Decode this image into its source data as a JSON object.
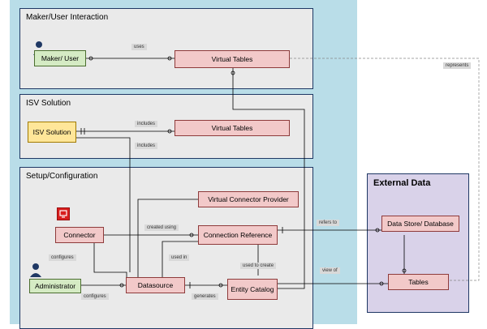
{
  "sections": {
    "maker": {
      "title": "Maker/User Interaction"
    },
    "isv": {
      "title": "ISV Solution"
    },
    "setup": {
      "title": "Setup/Configuration"
    },
    "external": {
      "title": "External Data"
    }
  },
  "entities": {
    "maker_user": "Maker/ User",
    "virtual_tables_top": "Virtual Tables",
    "isv_solution": "ISV Solution",
    "virtual_tables_isv": "Virtual Tables",
    "virtual_connector_provider": "Virtual Connector Provider",
    "connector": "Connector",
    "connection_reference": "Connection Reference",
    "administrator": "Administrator",
    "datasource": "Datasource",
    "entity_catalog": "Entity Catalog",
    "data_store": "Data Store/ Database",
    "tables": "Tables"
  },
  "relations": {
    "uses": "uses",
    "includes_1": "includes",
    "includes_2": "includes",
    "represents": "represents",
    "created_using": "created using",
    "configures_1": "configures",
    "configures_2": "configures",
    "used_in": "used in",
    "used_to_create": "used to create",
    "generates": "generates",
    "refers_to": "refers to",
    "view_of": "view of"
  },
  "icons": {
    "person": "person-icon",
    "connector": "connector-icon"
  },
  "colors": {
    "outer_background": "#b9dde8",
    "section_background": "#eaeaea",
    "entity_fill": "#f2c9c9",
    "actor_fill": "#d5ebc4",
    "isv_fill": "#ffe699",
    "external_fill": "#d9d2e9"
  }
}
